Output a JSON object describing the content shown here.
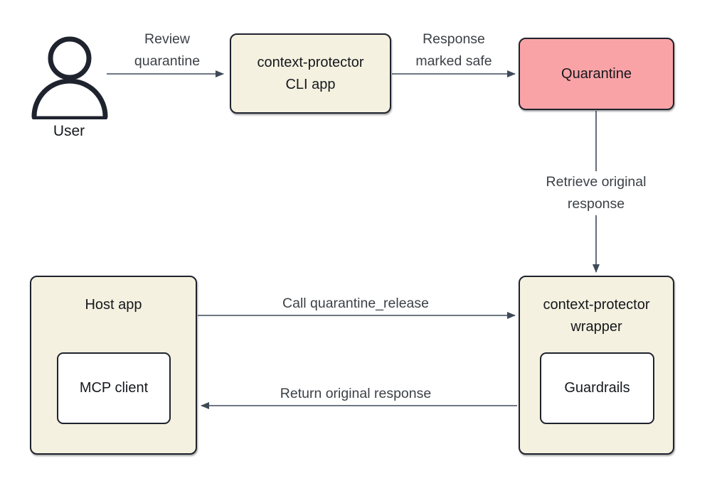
{
  "colors": {
    "background": "#ffffff",
    "node_fill": "#f5f1e0",
    "quarantine_fill": "#faa3a6",
    "inner_node_fill": "#ffffff",
    "node_border": "#1e232e",
    "arrow": "#3f4a58",
    "node_text": "#15181d",
    "edge_label_text": "#3c4147"
  },
  "nodes": {
    "user": {
      "label": "User"
    },
    "cli_app": {
      "line1": "context-protector",
      "line2": "CLI app"
    },
    "quarantine": {
      "label": "Quarantine"
    },
    "host_app": {
      "label": "Host app",
      "mcp_client": {
        "label": "MCP client"
      }
    },
    "wrapper": {
      "line1": "context-protector",
      "line2": "wrapper",
      "guardrails": {
        "label": "Guardrails"
      }
    }
  },
  "edges": {
    "review_quarantine": {
      "line1": "Review",
      "line2": "quarantine"
    },
    "response_marked_safe": {
      "line1": "Response",
      "line2": "marked safe"
    },
    "retrieve_original": {
      "line1": "Retrieve original",
      "line2": "response"
    },
    "call_quarantine_release": {
      "label": "Call quarantine_release"
    },
    "return_original_response": {
      "label": "Return original response"
    }
  }
}
